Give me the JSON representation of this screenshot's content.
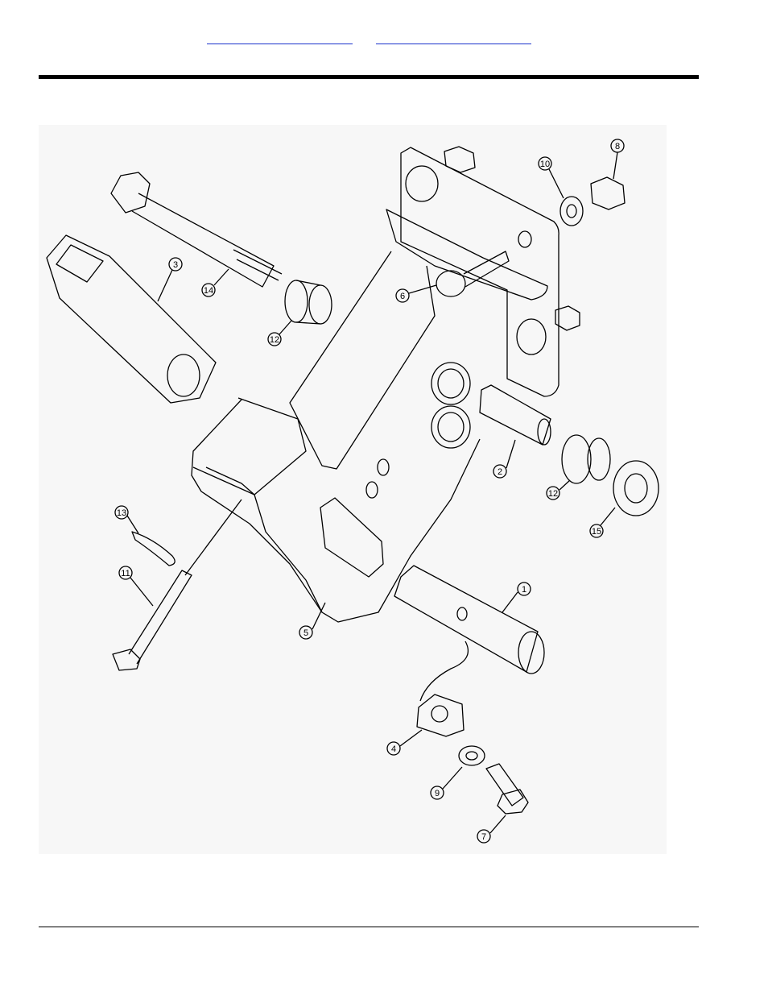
{
  "header": {
    "link_left": "",
    "link_right": ""
  },
  "callouts": [
    {
      "num": "1"
    },
    {
      "num": "2"
    },
    {
      "num": "3"
    },
    {
      "num": "4"
    },
    {
      "num": "5"
    },
    {
      "num": "6"
    },
    {
      "num": "7"
    },
    {
      "num": "8"
    },
    {
      "num": "9"
    },
    {
      "num": "10"
    },
    {
      "num": "11"
    },
    {
      "num": "12"
    },
    {
      "num": "12"
    },
    {
      "num": "13"
    },
    {
      "num": "14"
    },
    {
      "num": "15"
    }
  ]
}
